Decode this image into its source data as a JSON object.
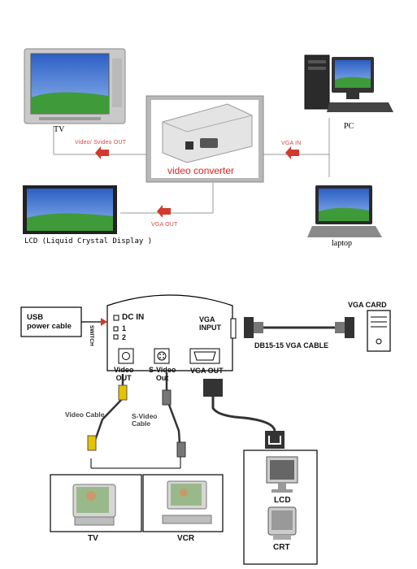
{
  "top": {
    "tv_label": "TV",
    "pc_label": "PC",
    "lcd_label": "LCD (Liquid Crystal Display )",
    "laptop_label": "laptop",
    "converter_label": "video converter",
    "arrow_tv_label": "Video/ Svideo OUT",
    "arrow_vga_in_label": "VGA IN",
    "arrow_vga_out_label": "VGA OUT"
  },
  "bottom": {
    "usb_label": "USB\npower cable",
    "dc_in_label": "DC IN",
    "switch_label": "SWITCH",
    "switch_pos_1": "1",
    "switch_pos_2": "2",
    "vga_input_label": "VGA\nINPUT",
    "video_out_label": "Video\nOUT",
    "svideo_out_label": "S-Video\nOut",
    "vga_out_label": "VGA OUT",
    "cable_label": "DB15-15 VGA CABLE",
    "vga_card_label": "VGA CARD",
    "video_cable_label": "Video Cable",
    "svideo_cable_label": "S-Video\nCable",
    "tv_label": "TV",
    "vcr_label": "VCR",
    "lcd_label": "LCD",
    "crt_label": "CRT"
  },
  "colors": {
    "arrow_red": "#d23a2e",
    "label_red": "#d84545",
    "screen_blue": "#2f66c8",
    "grass_green": "#3f9a3a",
    "converter_red": "#e02020"
  }
}
